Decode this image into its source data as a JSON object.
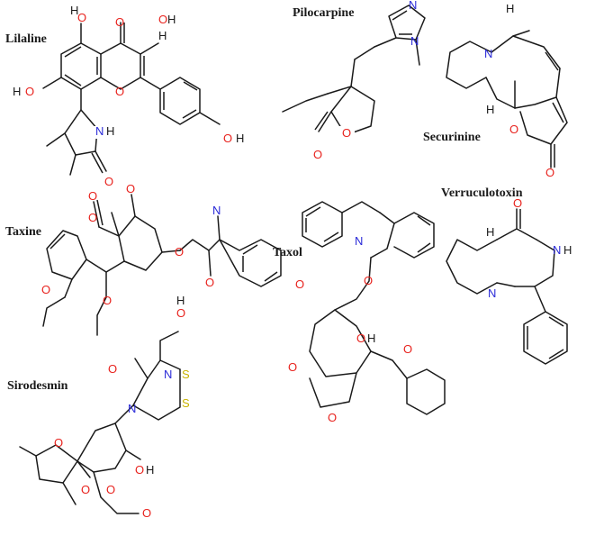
{
  "molecules": [
    {
      "key": "lilaline",
      "name": "Lilaline"
    },
    {
      "key": "pilocarpine",
      "name": "Pilocarpine"
    },
    {
      "key": "securinine",
      "name": "Securinine"
    },
    {
      "key": "verruculotoxin",
      "name": "Verruculotoxin"
    },
    {
      "key": "taxine",
      "name": "Taxine"
    },
    {
      "key": "taxol",
      "name": "Taxol"
    },
    {
      "key": "sirodesmin",
      "name": "Sirodesmin"
    }
  ],
  "atom_colors": {
    "O": "#e8231e",
    "N": "#2a2ad8",
    "S": "#c9b400",
    "C": "#1a1a1a"
  },
  "labels": {
    "O": "O",
    "N": "N",
    "S": "S",
    "H": "H",
    "OH": "OH",
    "HO": "HO",
    "NH": "NH",
    "H_N": "N"
  }
}
